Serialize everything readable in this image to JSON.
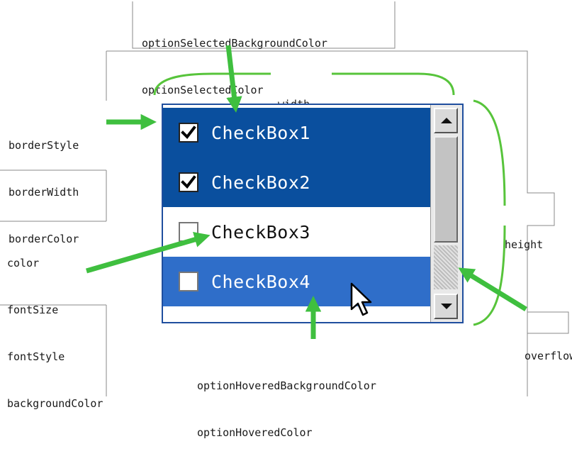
{
  "annotations": {
    "top_label": [
      "optionSelectedBackgroundColor",
      "optionSelectedColor"
    ],
    "width_label": "width",
    "border_label": [
      "borderStyle",
      "borderWidth",
      "borderColor"
    ],
    "font_label": [
      "color",
      "fontSize",
      "fontStyle",
      "backgroundColor"
    ],
    "height_label": "height",
    "overflow_label": "overflow",
    "hover_label": [
      "optionHoveredBackgroundColor",
      "optionHoveredColor"
    ]
  },
  "listbox": {
    "options": [
      {
        "label": "CheckBox1",
        "checked": true,
        "state": "selected"
      },
      {
        "label": "CheckBox2",
        "checked": true,
        "state": "selected"
      },
      {
        "label": "CheckBox3",
        "checked": false,
        "state": "normal"
      },
      {
        "label": "CheckBox4",
        "checked": false,
        "state": "hovered"
      }
    ]
  },
  "colors": {
    "arrow": "#3fbf3f",
    "bracket": "#57c43b",
    "selected_bg": "#0a4f9e",
    "hovered_bg": "#2f6ec9",
    "border": "#1f4e9e"
  },
  "icons": {
    "checkmark": "checkmark-icon",
    "scroll_up": "scroll-up-arrow-icon",
    "scroll_down": "scroll-down-arrow-icon",
    "cursor": "mouse-pointer-icon"
  }
}
